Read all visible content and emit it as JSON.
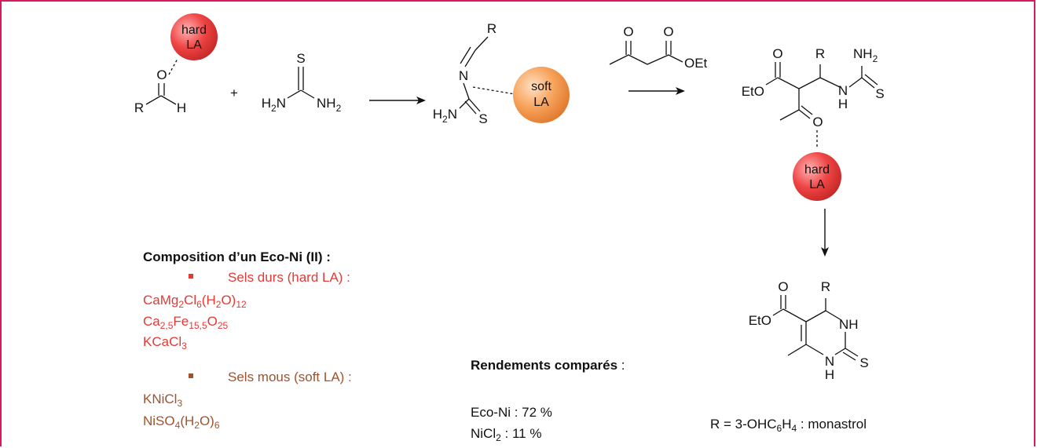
{
  "colors": {
    "border": "#d81b60",
    "hard_la": "#e53935",
    "soft_la": "#f4a261",
    "hard_text": "#e53935",
    "soft_text": "#a0522d"
  },
  "scheme": {
    "aldehyde": {
      "O": "O",
      "R": "R",
      "H": "H"
    },
    "plus": "+",
    "thiourea": {
      "S": "S",
      "H2N_main": "H",
      "H2N_sub": "2",
      "H2N_end": "N",
      "NH2_main": "NH",
      "NH2_sub": "2"
    },
    "hard_ball": {
      "line1": "hard",
      "line2": "LA"
    },
    "soft_ball": {
      "line1": "soft",
      "line2": "LA"
    },
    "imine": {
      "R": "R",
      "N": "N",
      "S": "S",
      "H2N_main": "H",
      "H2N_sub": "2",
      "H2N_end": "N"
    },
    "ketoester": {
      "O1": "O",
      "O2": "O",
      "OEt": "OEt"
    },
    "adduct": {
      "O_ester": "O",
      "EtO": "EtO",
      "R": "R",
      "NH2_main": "NH",
      "NH2_sub": "2",
      "NH": "N",
      "H": "H",
      "S": "S",
      "O_keto": "O"
    },
    "adduct_ball": {
      "line1": "hard",
      "line2": "LA"
    },
    "product": {
      "O": "O",
      "EtO": "EtO",
      "R": "R",
      "NH_top": "NH",
      "N_bottom": "N",
      "H_bottom": "H",
      "S": "S"
    }
  },
  "composition": {
    "title": "Composition d’un Eco-Ni (II) :",
    "hard_label": "Sels durs (hard LA) :",
    "hard_salts": [
      {
        "parts": [
          "CaMg",
          "2",
          "Cl",
          "6",
          "(H",
          "2",
          "O)",
          "12"
        ]
      },
      {
        "parts": [
          "Ca",
          "2,5",
          "Fe",
          "15,5",
          "O",
          "25"
        ]
      },
      {
        "parts": [
          "KCaCl",
          "3"
        ]
      }
    ],
    "soft_label": "Sels mous (soft LA) :",
    "soft_salts": [
      {
        "parts": [
          "KNiCl",
          "3"
        ]
      },
      {
        "parts": [
          "NiSO",
          "4",
          "(H",
          "2",
          "O)",
          "6"
        ]
      }
    ]
  },
  "yields": {
    "title": "Rendements comparés",
    "title_suffix": " :",
    "eco_ni": "Eco-Ni : 72 %",
    "nicl2_a": "NiCl",
    "nicl2_sub": "2",
    "nicl2_b": " : 11 %"
  },
  "footnote": {
    "a": "R = 3-OHC",
    "sub1": "6",
    "b": "H",
    "sub2": "4",
    "c": " : monastrol"
  }
}
